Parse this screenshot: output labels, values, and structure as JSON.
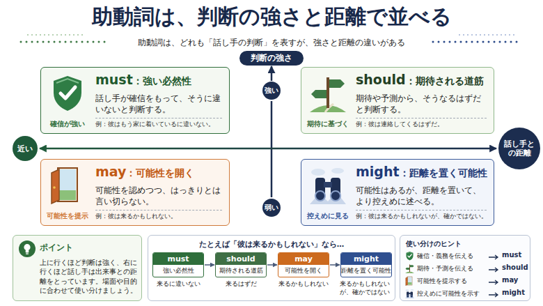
{
  "diagram": {
    "title": "助動詞は、判断の強さと距離で並べる",
    "nodes": [
      {
        "text": [
          "判断の強さ"
        ]
      },
      {
        "text": [
          "must",
          "：強い必然性",
          "話し手が確信をもって、そうに違いないと判断する。",
          "確信が強い",
          "例：彼はもう家に着いているに違いない。"
        ]
      },
      {
        "text": [
          "強い"
        ]
      },
      {
        "text": [
          "should",
          "：期待される道筋",
          "期待や予測から、そうなるはずだと判断する。",
          "期待に基づく",
          "例：彼は連絡してくるはずだ。"
        ]
      },
      {
        "text": [
          "近い"
        ]
      },
      {
        "text": [
          "話し手との距離"
        ]
      },
      {
        "text": [
          "may",
          "：可能性を開く",
          "可能性を認めつつ、はっきりとは言い切らない。",
          "可能性を提示",
          "例：彼は来るかもしれない。"
        ]
      },
      {
        "text": [
          "弱い"
        ]
      },
      {
        "text": [
          "might",
          "：距離を置く可能性",
          "可能性はあるが、距離を置いて、より控えめに述べる。",
          "控えめに見る",
          "例：彼は来るかもしれないが、確かではない。"
        ]
      },
      {
        "text": [
          "ポイント",
          "上に行くほど判断は強く、右に行くほど話し手は出来事との距離をとっています。場面や目的に合わせて使い分けましょう。"
        ]
      },
      {
        "text": [
          "たとえば「彼は来るかもしれない」なら…"
        ]
      },
      {
        "text": [
          "must",
          "強い必然性"
        ],
        "in": 10
      },
      {
        "text": [
          "should",
          "期待される道筋"
        ],
        "in": 10
      },
      {
        "text": [
          "may",
          "可能性を開く"
        ],
        "in": 10
      },
      {
        "text": [
          "might",
          "距離を置く可能性"
        ],
        "in": 10
      },
      {
        "text": [
          "使い分けのヒント",
          "確信・義務を伝える",
          "must",
          "期待・予測を伝える",
          "should",
          "可能性を提示する",
          "may",
          "控えめに可能性を示す",
          "might"
        ]
      }
    ],
    "edges": [
      {
        "from": 7,
        "to": 2,
        "arrow": "none"
      },
      {
        "from": 2,
        "to": 0,
        "arrow": "to"
      },
      {
        "from": 4,
        "to": 5,
        "arrow": "both"
      },
      {
        "from": 11,
        "to": 12,
        "arrow": "to"
      },
      {
        "from": 12,
        "to": 13,
        "arrow": "to"
      },
      {
        "from": 13,
        "to": 14,
        "arrow": "to"
      }
    ],
    "labels": [
      "助動詞は、どれも「話し手の判断」を表すが、強さと距離の違いがある",
      "来るに違いない",
      "来るはずだ",
      "来るかもしれない",
      "来るかもしれないが、確かではない"
    ]
  }
}
